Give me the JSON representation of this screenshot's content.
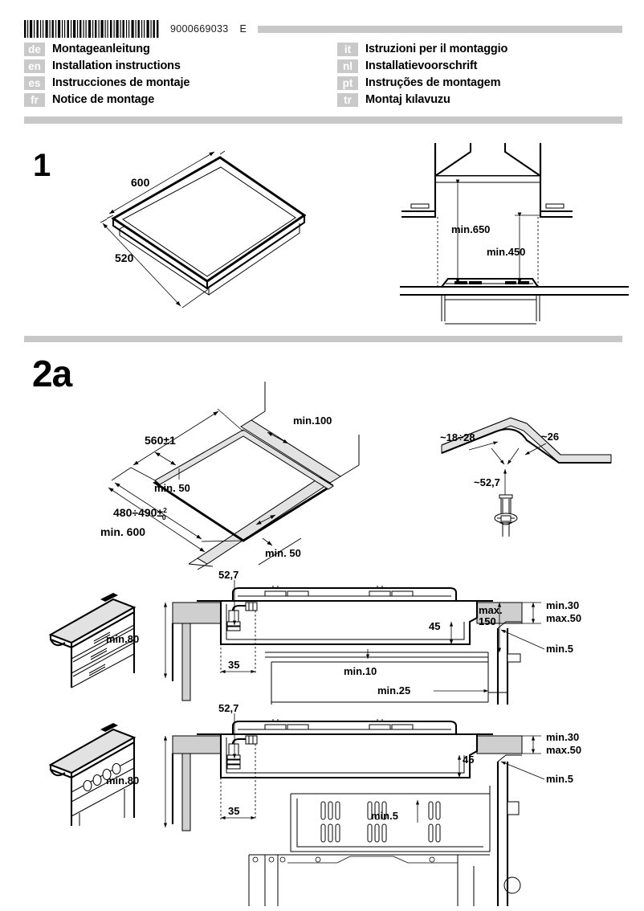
{
  "header": {
    "barcode_alt": "barcode",
    "part_number": "9000669033",
    "revision": "E"
  },
  "languages": {
    "left": [
      {
        "code": "de",
        "title": "Montageanleitung"
      },
      {
        "code": "en",
        "title": "Installation instructions"
      },
      {
        "code": "es",
        "title": "Instrucciones de montaje"
      },
      {
        "code": "fr",
        "title": "Notice de montage"
      }
    ],
    "right": [
      {
        "code": "it",
        "title": "Istruzioni per il montaggio"
      },
      {
        "code": "nl",
        "title": "Installatievoorschrift"
      },
      {
        "code": "pt",
        "title": "Instruções de montagem"
      },
      {
        "code": "tr",
        "title": "Montaj kılavuzu"
      }
    ]
  },
  "sections": {
    "one": {
      "number": "1"
    },
    "two_a": {
      "number": "2a"
    }
  },
  "figure_hob": {
    "width_label": "600",
    "depth_label": "520"
  },
  "figure_clearance": {
    "hood_height": "min.650",
    "hood_height_side": "min.450"
  },
  "figure_cutout": {
    "cutout_width": "560±1",
    "rear_gap": "min.100",
    "side_left": "min. 50",
    "cutout_depth_main": "480÷490±",
    "cutout_depth_sup": "2",
    "cutout_depth_sub": "0",
    "worktop_width": "min. 600",
    "side_right": "min. 50"
  },
  "figure_corner": {
    "radius_left": "~18÷28",
    "radius_right": "~26",
    "connector_offset": "~52,7"
  },
  "figure_section_drawer": {
    "connector_offset": "52,7",
    "cabinet_depth": "min.80",
    "front_offset": "35",
    "appliance_height": "45",
    "panel_max": "max.",
    "panel_max_value": "150",
    "gap_bottom": "min.10",
    "rear_clearance": "min.25",
    "worktop_thickness_min": "min.30",
    "worktop_thickness_max": "max.50",
    "wall_gap": "min.5"
  },
  "figure_section_oven": {
    "connector_offset": "52,7",
    "cabinet_depth": "min.80",
    "front_offset": "35",
    "appliance_height": "45",
    "oven_gap": "min.5",
    "worktop_thickness_min": "min.30",
    "worktop_thickness_max": "max.50",
    "wall_gap": "min.5"
  },
  "colors": {
    "divider": "#c8c8c8",
    "lang_badge": "#c9c9c9",
    "fill_gray": "#cfcfcf",
    "line": "#000000"
  }
}
